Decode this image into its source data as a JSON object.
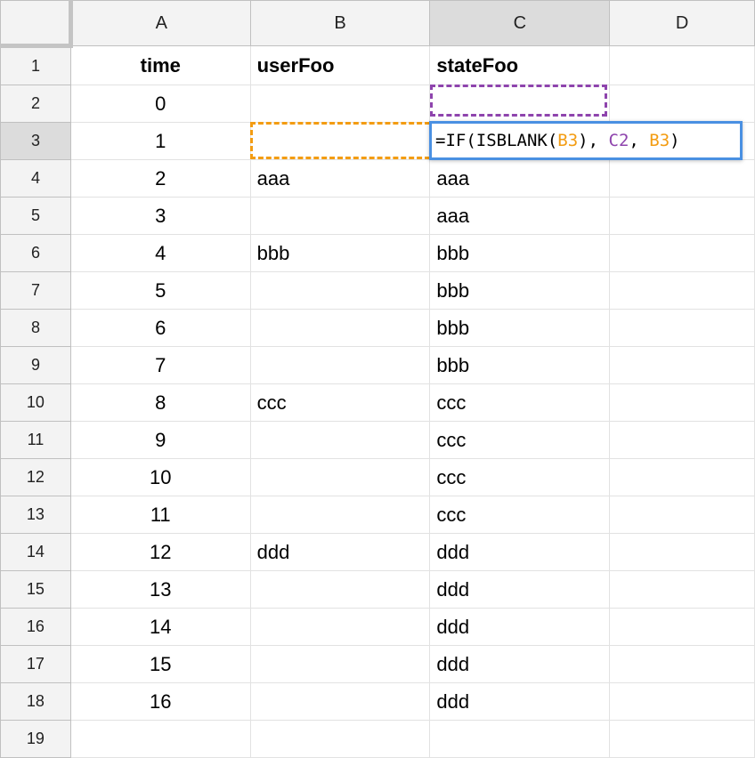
{
  "columns": [
    "A",
    "B",
    "C",
    "D"
  ],
  "selected_column": "C",
  "selected_row": "3",
  "rows": [
    {
      "num": "1",
      "a": "time",
      "b": "userFoo",
      "c": "stateFoo",
      "d": ""
    },
    {
      "num": "2",
      "a": "0",
      "b": "",
      "c": "",
      "d": ""
    },
    {
      "num": "3",
      "a": "1",
      "b": "",
      "c": "",
      "d": ""
    },
    {
      "num": "4",
      "a": "2",
      "b": "aaa",
      "c": "aaa",
      "d": ""
    },
    {
      "num": "5",
      "a": "3",
      "b": "",
      "c": "aaa",
      "d": ""
    },
    {
      "num": "6",
      "a": "4",
      "b": "bbb",
      "c": "bbb",
      "d": ""
    },
    {
      "num": "7",
      "a": "5",
      "b": "",
      "c": "bbb",
      "d": ""
    },
    {
      "num": "8",
      "a": "6",
      "b": "",
      "c": "bbb",
      "d": ""
    },
    {
      "num": "9",
      "a": "7",
      "b": "",
      "c": "bbb",
      "d": ""
    },
    {
      "num": "10",
      "a": "8",
      "b": "ccc",
      "c": "ccc",
      "d": ""
    },
    {
      "num": "11",
      "a": "9",
      "b": "",
      "c": "ccc",
      "d": ""
    },
    {
      "num": "12",
      "a": "10",
      "b": "",
      "c": "ccc",
      "d": ""
    },
    {
      "num": "13",
      "a": "11",
      "b": "",
      "c": "ccc",
      "d": ""
    },
    {
      "num": "14",
      "a": "12",
      "b": "ddd",
      "c": "ddd",
      "d": ""
    },
    {
      "num": "15",
      "a": "13",
      "b": "",
      "c": "ddd",
      "d": ""
    },
    {
      "num": "16",
      "a": "14",
      "b": "",
      "c": "ddd",
      "d": ""
    },
    {
      "num": "17",
      "a": "15",
      "b": "",
      "c": "ddd",
      "d": ""
    },
    {
      "num": "18",
      "a": "16",
      "b": "",
      "c": "ddd",
      "d": ""
    },
    {
      "num": "19",
      "a": "",
      "b": "",
      "c": "",
      "d": ""
    }
  ],
  "editor": {
    "parts": [
      {
        "text": "=IF(ISBLANK(",
        "kind": "plain"
      },
      {
        "text": "B3",
        "kind": "ref-orange"
      },
      {
        "text": "), ",
        "kind": "plain"
      },
      {
        "text": "C2",
        "kind": "ref-purple"
      },
      {
        "text": ", ",
        "kind": "plain"
      },
      {
        "text": "B3",
        "kind": "ref-orange"
      },
      {
        "text": ")",
        "kind": "plain"
      }
    ]
  },
  "colors": {
    "ref_orange": "#f39c12",
    "ref_purple": "#8e44ad",
    "editor_border": "#4a90e2",
    "header_bg": "#f3f3f3",
    "header_selected_bg": "#dcdcdc"
  }
}
